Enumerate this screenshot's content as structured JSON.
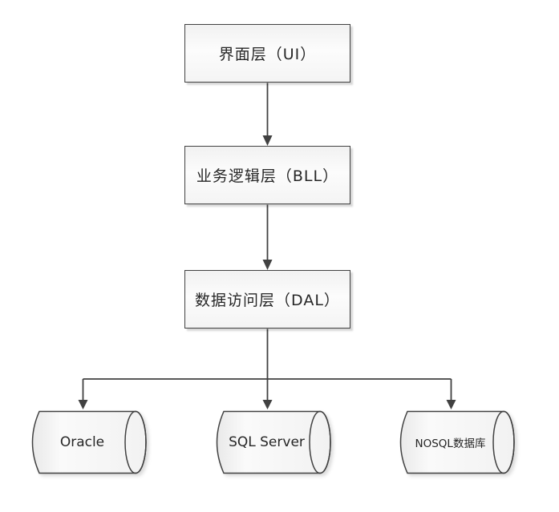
{
  "diagram": {
    "type": "layered-architecture-flowchart",
    "background_color": "#ffffff",
    "line_color": "#414141",
    "text_color": "#262626",
    "layers": [
      {
        "label": "界面层（UI）"
      },
      {
        "label": "业务逻辑层（BLL）"
      },
      {
        "label": "数据访问层（DAL）"
      }
    ],
    "databases": [
      {
        "label": "Oracle"
      },
      {
        "label": "SQL Server"
      },
      {
        "label": "NOSQL数据库"
      }
    ],
    "connections": [
      {
        "from": "界面层（UI）",
        "to": "业务逻辑层（BLL）"
      },
      {
        "from": "业务逻辑层（BLL）",
        "to": "数据访问层（DAL）"
      },
      {
        "from": "数据访问层（DAL）",
        "to": "Oracle"
      },
      {
        "from": "数据访问层（DAL）",
        "to": "SQL Server"
      },
      {
        "from": "数据访问层（DAL）",
        "to": "NOSQL数据库"
      }
    ]
  }
}
